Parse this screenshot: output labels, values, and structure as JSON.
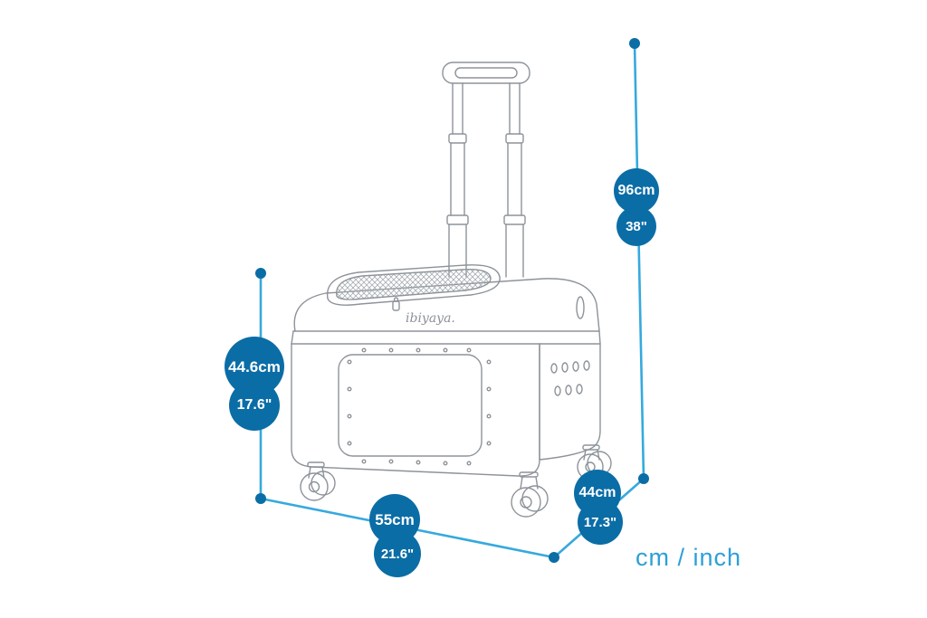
{
  "diagram": {
    "brand": "ibiyaya.",
    "unit_label": "cm / inch",
    "dimensions": {
      "height_total": {
        "cm": "96cm",
        "inch": "38\""
      },
      "carrier_height": {
        "cm": "44.6cm",
        "inch": "17.6\""
      },
      "width": {
        "cm": "55cm",
        "inch": "21.6\""
      },
      "depth": {
        "cm": "44cm",
        "inch": "17.3\""
      }
    },
    "colors": {
      "line_blue": "#36a9de",
      "badge_blue": "#0b6da6",
      "text_blue": "#2d9fd8",
      "drawing_gray": "#8d939a"
    }
  }
}
